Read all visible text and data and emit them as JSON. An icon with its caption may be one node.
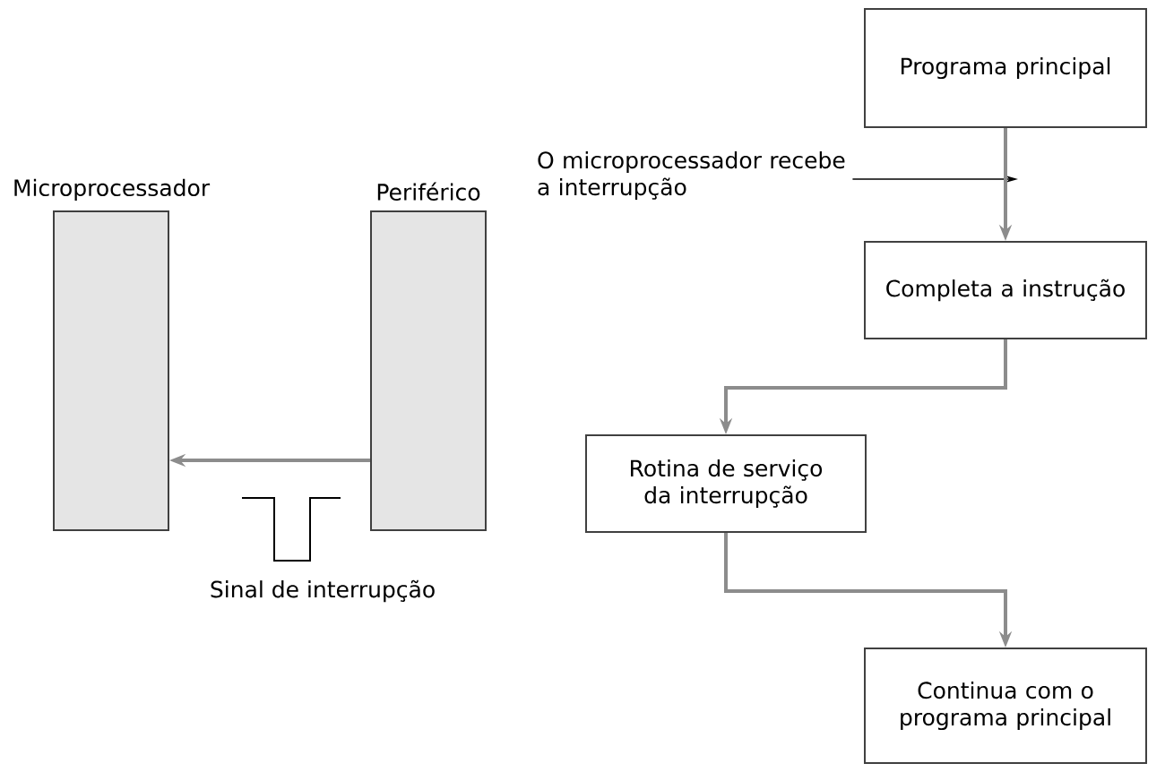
{
  "diagram": {
    "nodes": [
      {
        "text": [
          "Microprocessador"
        ]
      },
      {
        "text": [
          "Periférico"
        ]
      },
      {
        "text": [
          "O microprocessador recebe a interrupção"
        ]
      },
      {
        "text": [
          "Programa principal"
        ]
      },
      {
        "text": [
          "Completa a instrução"
        ]
      },
      {
        "text": [
          "Rotina de serviço da interrupção"
        ]
      },
      {
        "text": [
          "Continua com o programa principal"
        ]
      }
    ],
    "edges": [
      {
        "from": 1,
        "to": 0,
        "arrow": "to"
      },
      {
        "from": 2,
        "to": null,
        "arrow": "to",
        "color": "#000000"
      },
      {
        "from": 3,
        "to": 4,
        "arrow": "to"
      },
      {
        "from": 4,
        "to": 5,
        "arrow": "to"
      },
      {
        "from": 5,
        "to": 6,
        "arrow": "to"
      }
    ],
    "labels": [
      "Sinal de interrupção"
    ]
  }
}
